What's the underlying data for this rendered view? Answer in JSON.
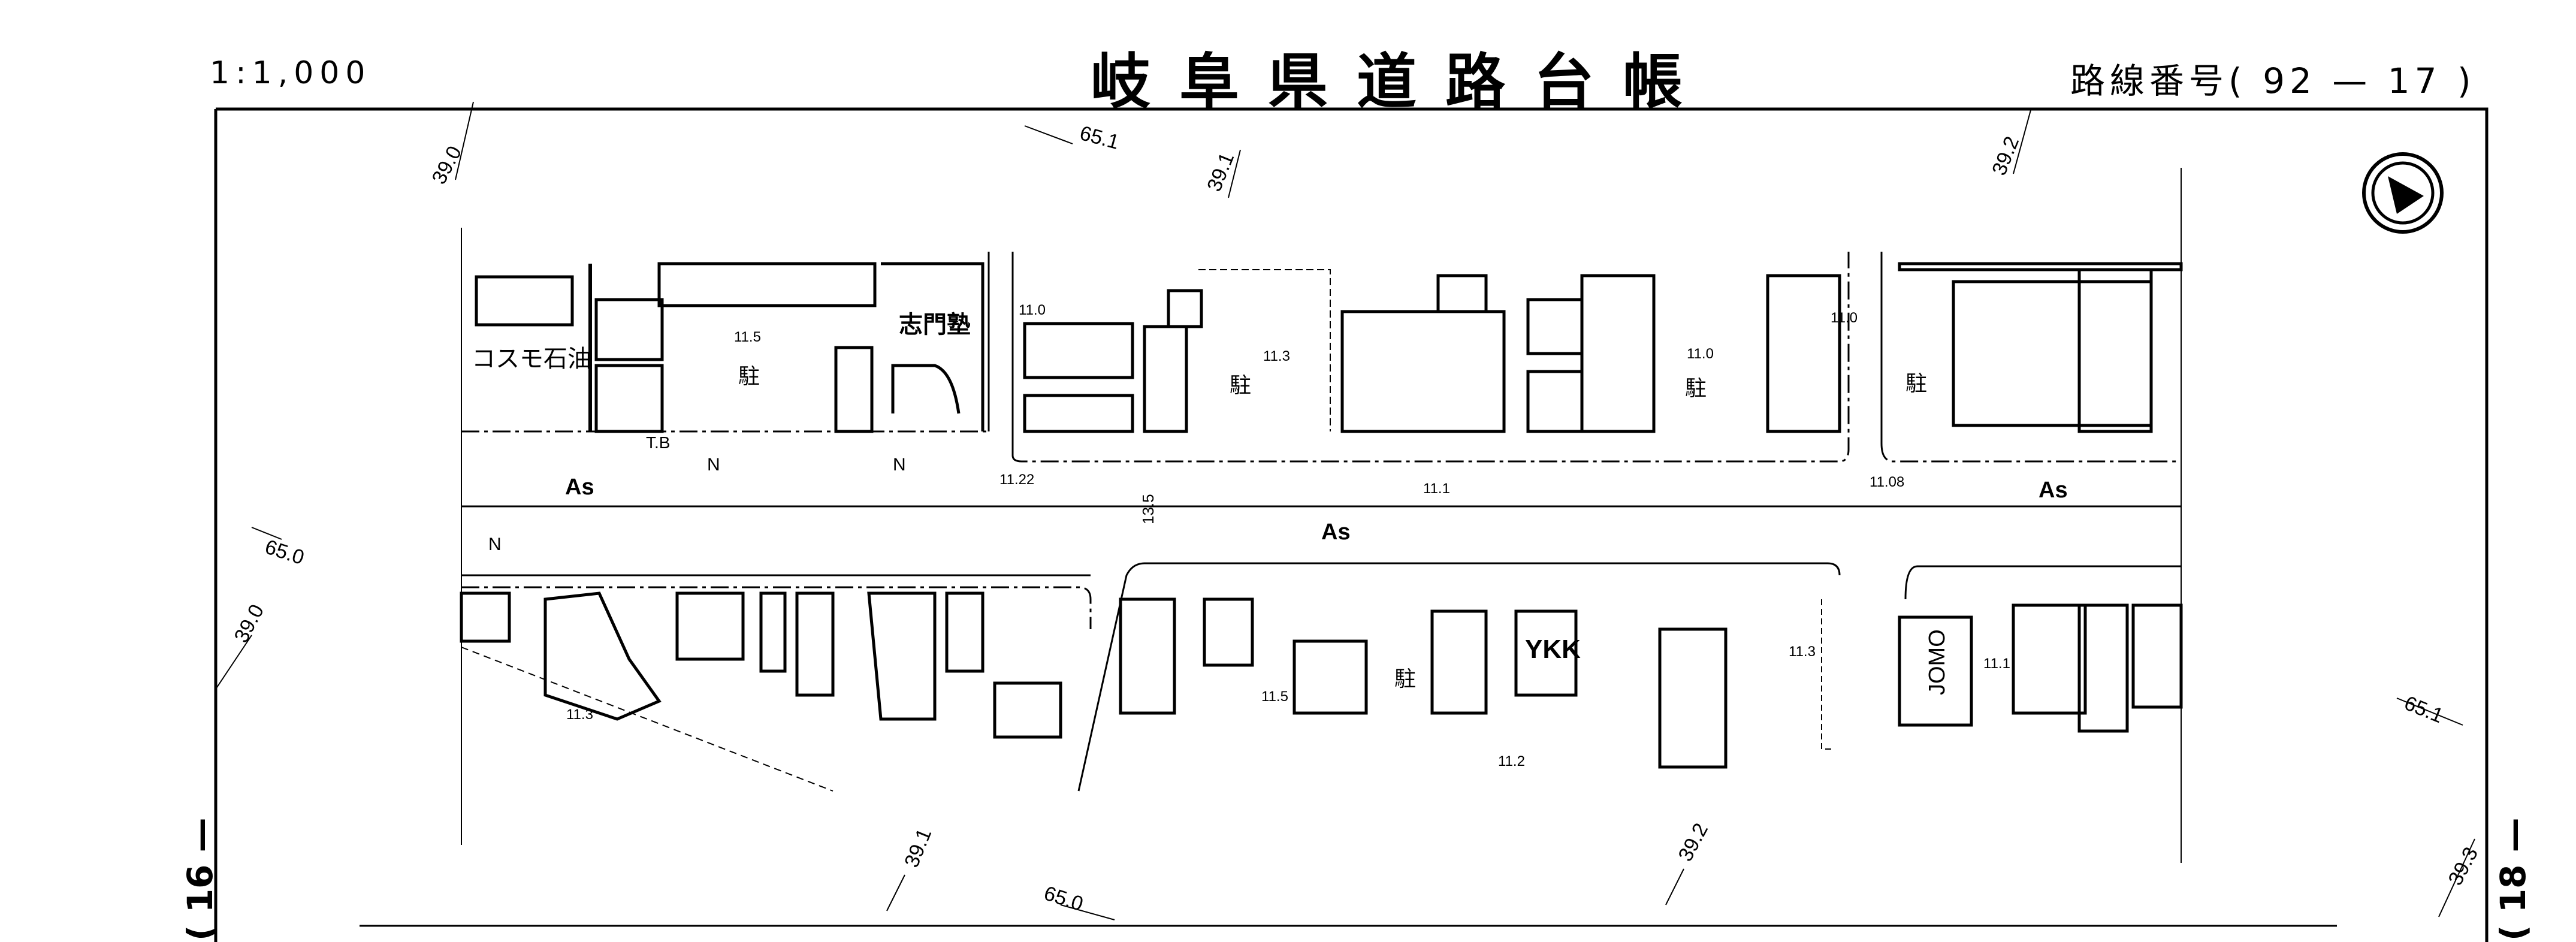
{
  "header": {
    "scale": "1:1,000",
    "title": "岐阜県道路台帳",
    "route_number": "路線番号( 92 — 17 )"
  },
  "side_labels": {
    "left": "( 16 —",
    "right": "( 18 —"
  },
  "map": {
    "north_arrow_icon": "north-arrow-circle",
    "place_labels": {
      "cosmo": "コスモ石油",
      "shimon": "志門塾",
      "ykk": "YKK",
      "jomo": "JOMO",
      "tb": "T.B"
    },
    "road_labels": {
      "as1": "As",
      "as2": "As",
      "as3": "As",
      "n1": "N",
      "n2": "N",
      "n3": "N"
    },
    "elevations": {
      "e1": "11.5",
      "e2": "11.0",
      "e3": "11.3",
      "e4": "11.0",
      "e5": "11.0",
      "e6": "11.22",
      "e7": "11.1",
      "e8": "11.08",
      "e9": "11.3",
      "e10": "11.5",
      "e11": "11.2",
      "e12": "11.3",
      "e13": "11.1"
    },
    "width_label": "13.5",
    "grid_labels": {
      "g1": "39.0",
      "g2": "65.1",
      "g3": "39.1",
      "g4": "39.2",
      "g5": "65.0",
      "g6": "39.0",
      "g7": "65.1",
      "g8": "39.1",
      "g9": "65.0",
      "g10": "39.2",
      "g11": "39.3"
    },
    "parking_symbol": "駐"
  }
}
